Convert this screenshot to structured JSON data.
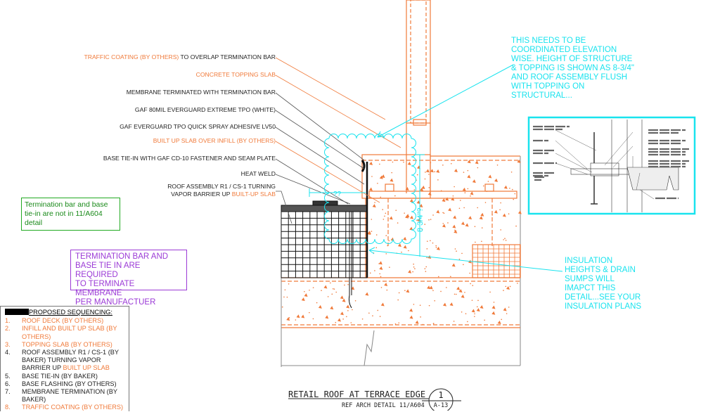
{
  "labels": {
    "traffic_coating_orange": "TRAFFIC COATING (BY OTHERS)",
    "traffic_coating_rest": " TO OVERLAP TERMINATION BAR",
    "concrete_topping": "CONCRETE TOPPING SLAB",
    "membrane_terminated": "MEMBRANE TERMINATED WITH TERMINATION BAR",
    "gaf_80mil": "GAF 80MIL EVERGUARD EXTREME TPO (WHITE)",
    "gaf_adhesive": "GAF EVERGUARD TPO QUICK SPRAY ADHESIVE LV50",
    "built_up_slab": "BUILT UP SLAB OVER INFILL (BY OTHERS)",
    "base_tie_in": "BASE TIE-IN WITH GAF CD-10 FASTENER AND SEAM PLATE",
    "heat_weld": "HEAT WELD",
    "roof_assembly_line1": "ROOF ASSEMBLY R1 / CS-1 TURNING",
    "roof_assembly_line2": "VAPOR BARRIER UP ",
    "roof_assembly_orange": "BUILT-UP SLAB"
  },
  "notes": {
    "coordination": [
      "THIS NEEDS TO BE",
      "COORDINATED ELEVATION",
      "WISE. HEIGHT OF STRUCTURE",
      "& TOPPING IS SHOWN AS 8-3/4\"",
      "AND ROOF ASSEMBLY FLUSH",
      "WITH TOPPING ON",
      "STRUCTURAL..."
    ],
    "insulation": [
      "INSULATION",
      "HEIGHTS & DRAIN",
      "SUMPS WILL",
      "IMAPCT THIS",
      "DETAIL...SEE YOUR",
      "INSULATION PLANS"
    ],
    "termination_green": [
      "Termination bar and base",
      "tie-in are not in 11/A604",
      "detail"
    ],
    "termination_purple": [
      "TERMINATION BAR AND",
      "BASE TIE IN ARE REQUIRED",
      "TO TERMINATE MEMBRANE",
      "PER MANUFACTUER"
    ]
  },
  "dimensions": {
    "height": "8 3/4\"?",
    "width": "??"
  },
  "sequencing": {
    "title": "PROPOSED SEQUENCING:",
    "items": [
      {
        "num": "1.",
        "text": "ROOF DECK (BY OTHERS)",
        "color": "orange"
      },
      {
        "num": "2.",
        "text": "INFILL AND BUILT UP SLAB (BY OTHERS)",
        "color": "orange"
      },
      {
        "num": "3.",
        "text": "TOPPING SLAB (BY OTHERS)",
        "color": "orange"
      },
      {
        "num": "4.",
        "text": "ROOF ASSEMBLY R1 / CS-1 (BY BAKER) TURNING VAPOR BARRIER UP ",
        "suffix": "BUILT UP SLAB",
        "color": "black"
      },
      {
        "num": "5.",
        "text": "BASE TIE-IN (BY BAKER)",
        "color": "black"
      },
      {
        "num": "6.",
        "text": "BASE FLASHING (BY OTHERS)",
        "color": "black"
      },
      {
        "num": "7.",
        "text": "MEMBRANE TERMINATION (BY BAKER)",
        "color": "black"
      },
      {
        "num": "8.",
        "text": "TRAFFIC COATING (BY OTHERS)",
        "color": "orange"
      }
    ]
  },
  "title_block": {
    "title": "RETAIL ROOF AT TERRACE EDGE",
    "subtitle": "REF ARCH DETAIL 11/A604",
    "detail_number": "1",
    "sheet": "A-13"
  },
  "colors": {
    "orange": "#f07a3a",
    "cyan": "#19e3ee",
    "green": "#22aa22",
    "purple": "#9b3ad6",
    "black": "#222222"
  }
}
